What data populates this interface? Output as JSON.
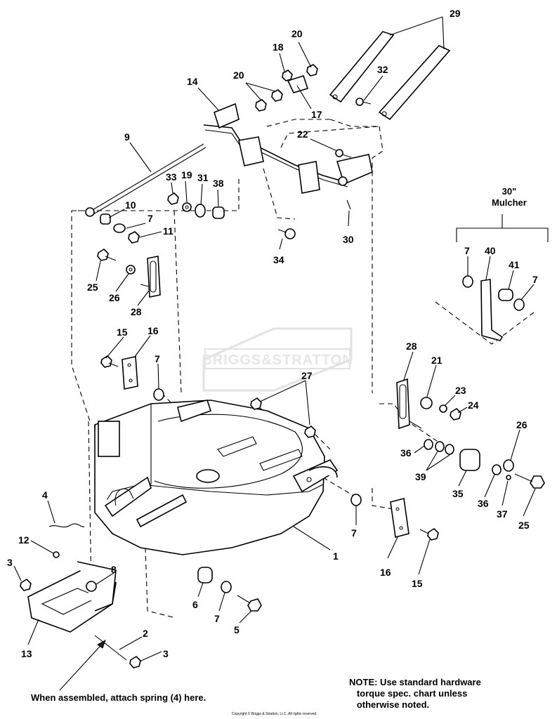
{
  "watermark": "BRIGGS&STRATTON",
  "group_label": "30\"\nMulcher",
  "callouts": [
    {
      "id": "c29",
      "text": "29"
    },
    {
      "id": "c20a",
      "text": "20"
    },
    {
      "id": "c18",
      "text": "18"
    },
    {
      "id": "c20b",
      "text": "20"
    },
    {
      "id": "c14",
      "text": "14"
    },
    {
      "id": "c17",
      "text": "17"
    },
    {
      "id": "c32",
      "text": "32"
    },
    {
      "id": "c22",
      "text": "22"
    },
    {
      "id": "c9",
      "text": "9"
    },
    {
      "id": "c33",
      "text": "33"
    },
    {
      "id": "c19",
      "text": "19"
    },
    {
      "id": "c31",
      "text": "31"
    },
    {
      "id": "c38",
      "text": "38"
    },
    {
      "id": "c10",
      "text": "10"
    },
    {
      "id": "c7a",
      "text": "7"
    },
    {
      "id": "c11",
      "text": "11"
    },
    {
      "id": "c30",
      "text": "30"
    },
    {
      "id": "c34",
      "text": "34"
    },
    {
      "id": "c25a",
      "text": "25"
    },
    {
      "id": "c26a",
      "text": "26"
    },
    {
      "id": "c28a",
      "text": "28"
    },
    {
      "id": "c7m1",
      "text": "7"
    },
    {
      "id": "c40",
      "text": "40"
    },
    {
      "id": "c41",
      "text": "41"
    },
    {
      "id": "c7m2",
      "text": "7"
    },
    {
      "id": "c15a",
      "text": "15"
    },
    {
      "id": "c16a",
      "text": "16"
    },
    {
      "id": "c7b",
      "text": "7"
    },
    {
      "id": "c27",
      "text": "27"
    },
    {
      "id": "c28b",
      "text": "28"
    },
    {
      "id": "c21",
      "text": "21"
    },
    {
      "id": "c23",
      "text": "23"
    },
    {
      "id": "c24",
      "text": "24"
    },
    {
      "id": "c26b",
      "text": "26"
    },
    {
      "id": "c36a",
      "text": "36"
    },
    {
      "id": "c39",
      "text": "39"
    },
    {
      "id": "c35",
      "text": "35"
    },
    {
      "id": "c36b",
      "text": "36"
    },
    {
      "id": "c37",
      "text": "37"
    },
    {
      "id": "c25b",
      "text": "25"
    },
    {
      "id": "c4",
      "text": "4"
    },
    {
      "id": "c12",
      "text": "12"
    },
    {
      "id": "c3a",
      "text": "3"
    },
    {
      "id": "c8",
      "text": "8"
    },
    {
      "id": "c1",
      "text": "1"
    },
    {
      "id": "c7c",
      "text": "7"
    },
    {
      "id": "c16b",
      "text": "16"
    },
    {
      "id": "c15b",
      "text": "15"
    },
    {
      "id": "c6",
      "text": "6"
    },
    {
      "id": "c7d",
      "text": "7"
    },
    {
      "id": "c5",
      "text": "5"
    },
    {
      "id": "c13",
      "text": "13"
    },
    {
      "id": "c2",
      "text": "2"
    },
    {
      "id": "c3b",
      "text": "3"
    }
  ],
  "assembly_note": "When assembled, attach spring (4) here.",
  "hardware_note": "NOTE: Use standard hardware\n   torque spec. chart unless\n   otherwise noted.",
  "copyright": "Copyright © Briggs & Stratton, LLC. All rights reserved."
}
